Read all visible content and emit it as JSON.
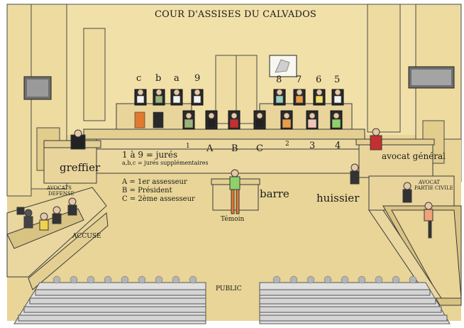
{
  "title": "COUR D'ASSISES DU CALVADOS",
  "places": {
    "greffier": "greffier",
    "avocats_defense": [
      "AVOCATS",
      "DEFENSE"
    ],
    "accuse": "ACCUSE",
    "barre": "barre",
    "temoin": "Témoin",
    "huissier": "huissier",
    "avocat_general": "avocat général",
    "avocat_partie_civile": [
      "AVOCAT",
      "PARTIE CIVILE"
    ],
    "public": "PUBLIC"
  },
  "seat_labels": {
    "back_left": [
      "c",
      "b",
      "a",
      "9"
    ],
    "back_right": [
      "8",
      "7",
      "6",
      "5"
    ],
    "front": [
      "1",
      "A",
      "B",
      "C",
      "2",
      "3",
      "4"
    ]
  },
  "legend": {
    "jurors": "1 à 9 = jurés",
    "substitutes": "a,b,c = jurés supplémentaires",
    "assessor1": "A = 1er assesseur",
    "president": "B = Président",
    "assessor2": "C = 2ème assesseur"
  },
  "colors": {
    "wall": "#f1e0a8",
    "floor": "#e6d195",
    "furniture": "#e8d49c",
    "outline": "#3a3a3a",
    "robe": "#222222",
    "president_robe": "#c43030"
  }
}
